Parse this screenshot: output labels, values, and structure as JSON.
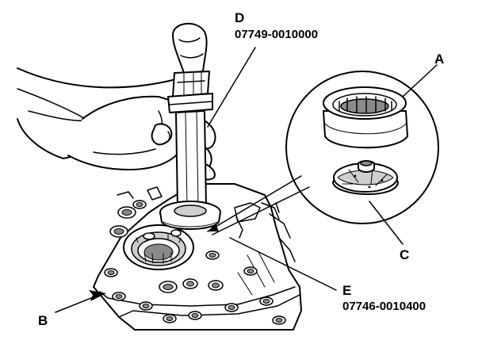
{
  "labels": {
    "a": "A",
    "b": "B",
    "c": "C",
    "d": "D",
    "d_part": "07749-0010000",
    "e": "E",
    "e_part": "07746-0010400"
  }
}
